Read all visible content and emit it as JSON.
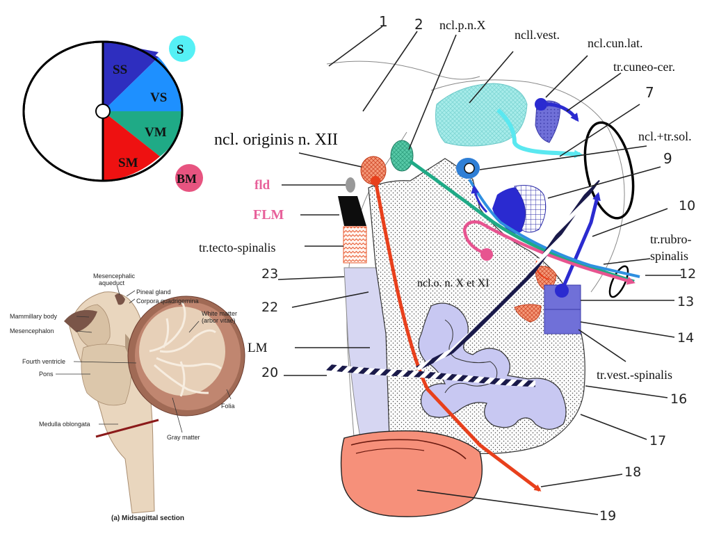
{
  "wheel": {
    "sectors": [
      {
        "label": "SS",
        "color": "#2e2ebf"
      },
      {
        "label": "VS",
        "color": "#1e90ff"
      },
      {
        "label": "VM",
        "color": "#1faa86"
      },
      {
        "label": "SM",
        "color": "#ee1111"
      }
    ],
    "badge_s": {
      "label": "S",
      "color": "#55f0f5"
    },
    "badge_bm": {
      "label": "BM",
      "color": "#e75480"
    }
  },
  "labels": {
    "ncl_pnx": "ncl.p.n.X",
    "ncll_vest": "ncll.vest.",
    "ncl_cun_lat": "ncl.cun.lat.",
    "tr_cuneo_cer": "tr.cuneo-cer.",
    "ncl_tr_sol": "ncl.+tr.sol.",
    "ncl_originis": "ncl. originis n. XII",
    "fld": "fld",
    "flm": "FLM",
    "tr_tecto": "tr.tecto-spinalis",
    "tr_rubro_1": "tr.rubro-",
    "tr_rubro_2": "spinalis",
    "ncl_o": "ncl.o. n. X et XI",
    "lm": "LM",
    "tr_vest": "tr.vest.-spinalis"
  },
  "numbers": {
    "n1": "1",
    "n2": "2",
    "n7": "7",
    "n9": "9",
    "n10": "10",
    "n12": "12",
    "n13": "13",
    "n14": "14",
    "n16": "16",
    "n17": "17",
    "n18": "18",
    "n19": "19",
    "n20": "20",
    "n22": "22",
    "n23": "23"
  },
  "brain": {
    "mesencephalic": "Mesencephalic",
    "aqueduct": "aqueduct",
    "pineal": "Pineal gland",
    "corpora": "Corpora quadrigemina",
    "mammillary": "Mammillary body",
    "white_matter": "White matter",
    "arbor": "(arbor vitae)",
    "mesencephalon": "Mesencephalon",
    "fourth": "Fourth ventricle",
    "pons": "Pons",
    "medulla": "Medulla oblongata",
    "folia": "Folia",
    "gray": "Gray matter",
    "caption": "(a) Midsagittal section"
  }
}
